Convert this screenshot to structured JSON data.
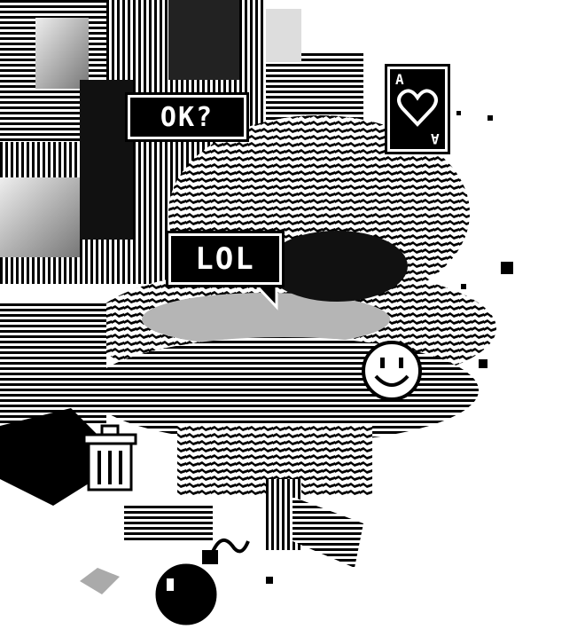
{
  "illustration": {
    "bubble_ok": "OK?",
    "bubble_lol": "LOL",
    "card_rank": "A",
    "card_suit_icon": "heart-icon",
    "colors": {
      "ink": "#000000",
      "paper": "#ffffff",
      "mid_gray": "#9a9a9a"
    }
  }
}
